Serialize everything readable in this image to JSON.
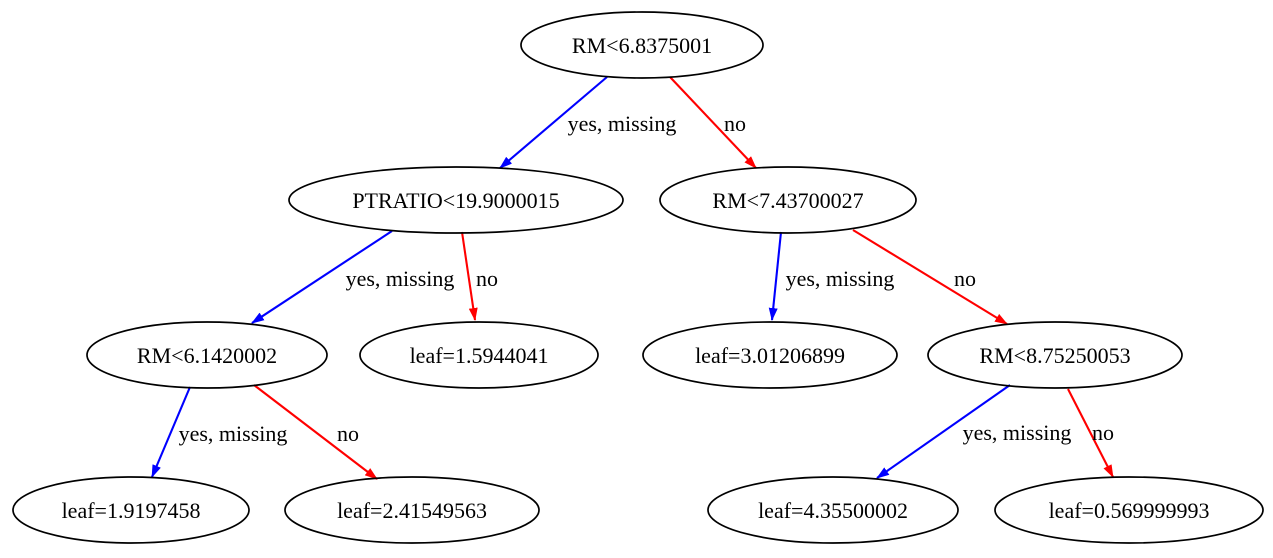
{
  "tree": {
    "nodes": [
      {
        "label": "RM<6.8375001",
        "kind": "split"
      },
      {
        "label": "PTRATIO<19.9000015",
        "kind": "split"
      },
      {
        "label": "RM<7.43700027",
        "kind": "split"
      },
      {
        "label": "RM<6.1420002",
        "kind": "split"
      },
      {
        "label": "leaf=1.5944041",
        "kind": "leaf"
      },
      {
        "label": "leaf=3.01206899",
        "kind": "leaf"
      },
      {
        "label": "RM<8.75250053",
        "kind": "split"
      },
      {
        "label": "leaf=1.9197458",
        "kind": "leaf"
      },
      {
        "label": "leaf=2.41549563",
        "kind": "leaf"
      },
      {
        "label": "leaf=4.35500002",
        "kind": "leaf"
      },
      {
        "label": "leaf=0.569999993",
        "kind": "leaf"
      }
    ],
    "edges": [
      {
        "from": "RM<6.8375001",
        "to": "PTRATIO<19.9000015",
        "label": "yes, missing",
        "color": "#0000ff"
      },
      {
        "from": "RM<6.8375001",
        "to": "RM<7.43700027",
        "label": "no",
        "color": "#ff0000"
      },
      {
        "from": "PTRATIO<19.9000015",
        "to": "RM<6.1420002",
        "label": "yes, missing",
        "color": "#0000ff"
      },
      {
        "from": "PTRATIO<19.9000015",
        "to": "leaf=1.5944041",
        "label": "no",
        "color": "#ff0000"
      },
      {
        "from": "RM<7.43700027",
        "to": "leaf=3.01206899",
        "label": "yes, missing",
        "color": "#0000ff"
      },
      {
        "from": "RM<7.43700027",
        "to": "RM<8.75250053",
        "label": "no",
        "color": "#ff0000"
      },
      {
        "from": "RM<6.1420002",
        "to": "leaf=1.9197458",
        "label": "yes, missing",
        "color": "#0000ff"
      },
      {
        "from": "RM<6.1420002",
        "to": "leaf=2.41549563",
        "label": "no",
        "color": "#ff0000"
      },
      {
        "from": "RM<8.75250053",
        "to": "leaf=4.35500002",
        "label": "yes, missing",
        "color": "#0000ff"
      },
      {
        "from": "RM<8.75250053",
        "to": "leaf=0.569999993",
        "label": "no",
        "color": "#ff0000"
      }
    ],
    "colors": {
      "yes_missing_branch": "#0000ff",
      "no_branch": "#ff0000",
      "node_outline": "#000000",
      "text": "#000000",
      "background": "#ffffff"
    }
  }
}
